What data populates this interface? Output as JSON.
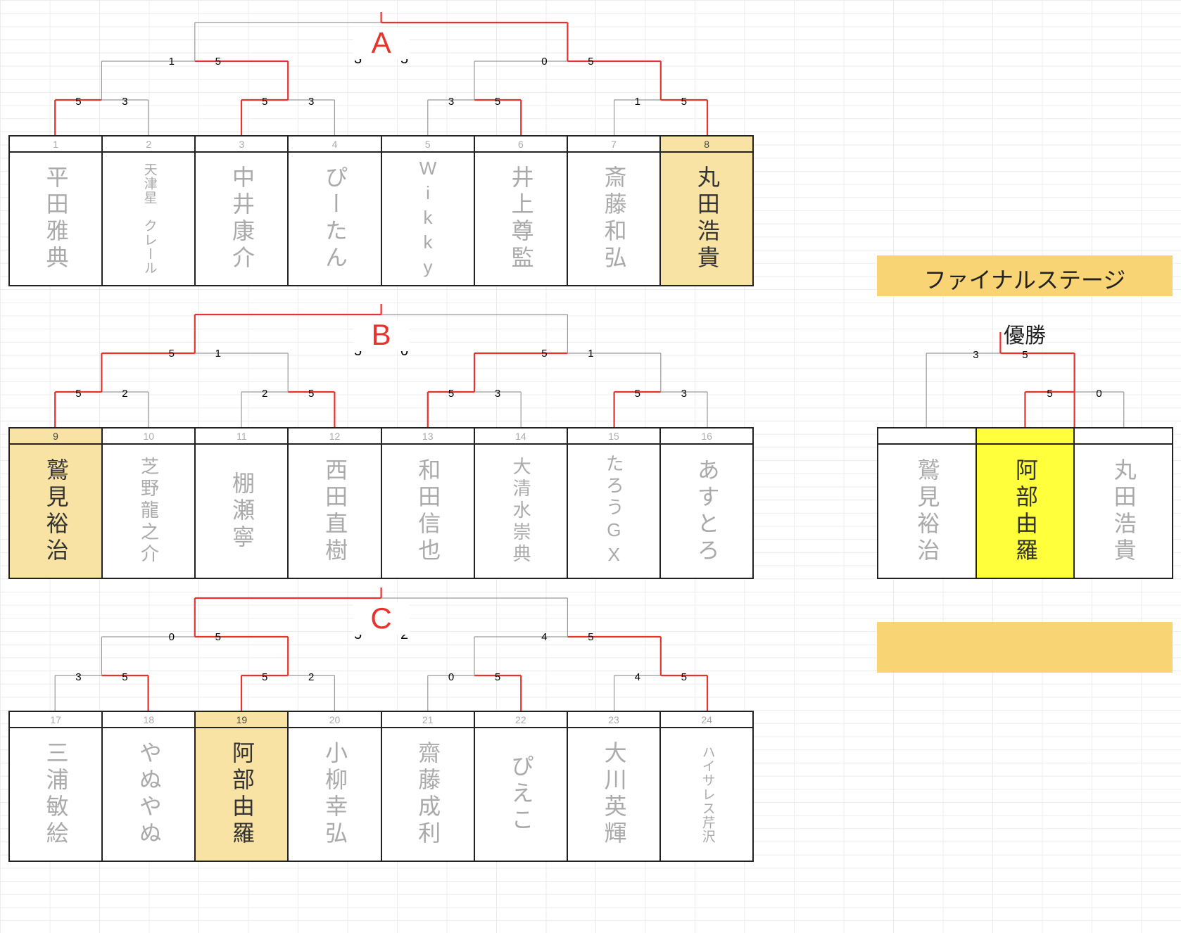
{
  "brackets": [
    {
      "label": "A",
      "numbers": [
        "1",
        "2",
        "3",
        "4",
        "5",
        "6",
        "7",
        "8"
      ],
      "winner_index": 7,
      "names": [
        "平田雅典",
        "天津星　クレール",
        "中井康介",
        "ぴーたん",
        "Wikky",
        "井上尊監",
        "斎藤和弘",
        "丸田浩貴"
      ],
      "r1_scores": [
        [
          "5",
          "3"
        ],
        [
          "5",
          "3"
        ],
        [
          "3",
          "5"
        ],
        [
          "1",
          "5"
        ]
      ],
      "r2_scores": [
        [
          "1",
          "5"
        ],
        [
          "0",
          "5"
        ]
      ],
      "final_scores": [
        "3",
        "5"
      ]
    },
    {
      "label": "B",
      "numbers": [
        "9",
        "10",
        "11",
        "12",
        "13",
        "14",
        "15",
        "16"
      ],
      "winner_index": 0,
      "names": [
        "鷲見裕治",
        "芝野龍之介",
        "棚瀬寧",
        "西田直樹",
        "和田信也",
        "大清水崇典",
        "たろうGX",
        "あすとろ"
      ],
      "r1_scores": [
        [
          "5",
          "2"
        ],
        [
          "2",
          "5"
        ],
        [
          "5",
          "3"
        ],
        [
          "5",
          "3"
        ]
      ],
      "r2_scores": [
        [
          "5",
          "1"
        ],
        [
          "5",
          "1"
        ]
      ],
      "final_scores": [
        "5",
        "0"
      ]
    },
    {
      "label": "C",
      "numbers": [
        "17",
        "18",
        "19",
        "20",
        "21",
        "22",
        "23",
        "24"
      ],
      "winner_index": 2,
      "names": [
        "三浦敏絵",
        "やぬやぬ",
        "阿部由羅",
        "小柳幸弘",
        "齋藤成利",
        "ぴえこ",
        "大川英輝",
        "ハイサレス芹沢"
      ],
      "r1_scores": [
        [
          "3",
          "5"
        ],
        [
          "5",
          "2"
        ],
        [
          "0",
          "5"
        ],
        [
          "4",
          "5"
        ]
      ],
      "r2_scores": [
        [
          "0",
          "5"
        ],
        [
          "4",
          "5"
        ]
      ],
      "final_scores": [
        "5",
        "2"
      ]
    }
  ],
  "final_stage": {
    "title": "ファイナルステージ",
    "champion_label": "優勝",
    "names": [
      "鷲見裕治",
      "阿部由羅",
      "丸田浩貴"
    ],
    "champion_index": 1,
    "r1_scores": [
      "5",
      "0"
    ],
    "r2_scores": [
      "3",
      "5"
    ]
  },
  "colors": {
    "winner_line": "#e8322c",
    "loser_line": "#9a9a9a",
    "winner_cell": "#f9e3a4",
    "champion_cell": "#ffff3b",
    "final_banner": "#f8d474"
  }
}
